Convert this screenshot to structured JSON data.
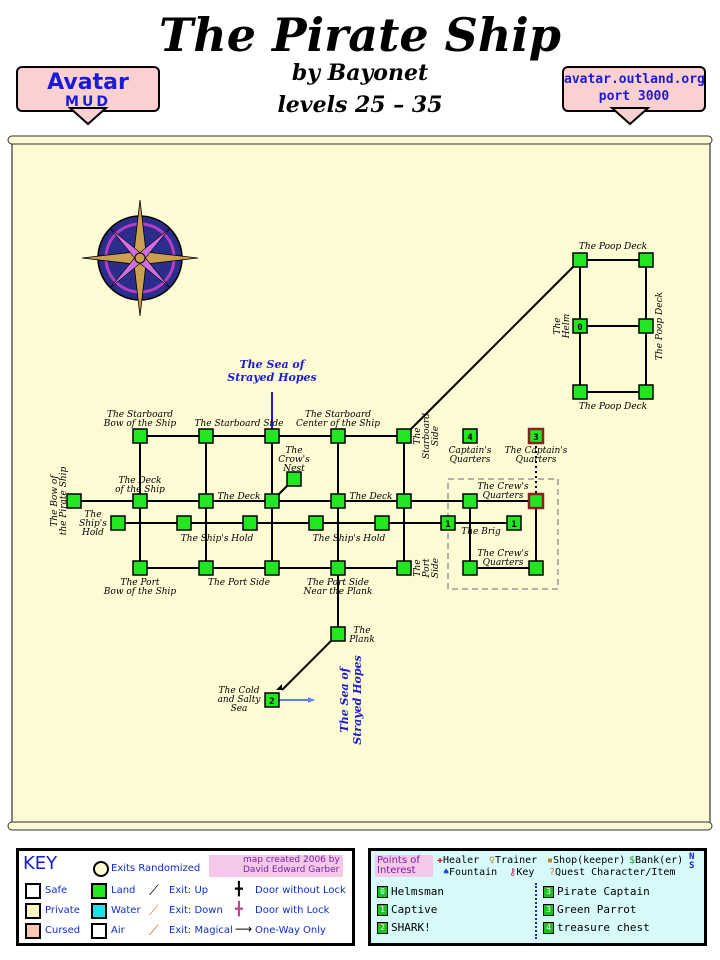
{
  "title": "The Pirate Ship",
  "byline": "by Bayonet",
  "levels": "levels 25 – 35",
  "banner_left": {
    "line1": "Avatar",
    "line2": "MUD"
  },
  "banner_right": {
    "line1": "avatar.outland.org",
    "line2": "port 3000"
  },
  "map_labels": {
    "sea_top": [
      "The Sea of",
      "Strayed Hopes"
    ],
    "sea_bottom": [
      "The Sea of",
      "Strayed Hopes"
    ],
    "starboard_bow": [
      "The Starboard",
      "Bow of the Ship"
    ],
    "starboard_side": "The Starboard Side",
    "starboard_center": [
      "The Starboard",
      "Center of the Ship"
    ],
    "starboard_side_vert": [
      "The",
      "Starboard",
      "Side"
    ],
    "crows_nest": [
      "The",
      "Crow's",
      "Nest"
    ],
    "deck_of_ship": [
      "The Deck",
      "of the Ship"
    ],
    "the_deck_1": "The Deck",
    "the_deck_2": "The Deck",
    "bow_of_ship": [
      "The Bow of",
      "the Pirate Ship"
    ],
    "ships_hold_left": [
      "The",
      "Ship's",
      "Hold"
    ],
    "ships_hold_1": "The Ship's Hold",
    "ships_hold_2": "The Ship's Hold",
    "port_bow": [
      "The Port",
      "Bow of the Ship"
    ],
    "port_side": "The Port Side",
    "port_side_plank": [
      "The Port Side",
      "Near the Plank"
    ],
    "port_side_vert": [
      "The",
      "Port",
      "Side"
    ],
    "plank": [
      "The",
      "Plank"
    ],
    "cold_sea": [
      "The Cold",
      "and Salty",
      "Sea"
    ],
    "poop_deck_top": "The Poop Deck",
    "poop_deck_bottom": "The Poop Deck",
    "poop_deck_vert": "The Poop Deck",
    "helm": [
      "The",
      "Helm"
    ],
    "captains_quarters_4": [
      "Captain's",
      "Quarters"
    ],
    "captains_quarters_3": [
      "The Captain's",
      "Quarters"
    ],
    "crews_quarters_top": [
      "The Crew's",
      "Quarters"
    ],
    "crews_quarters_bottom": [
      "The Crew's",
      "Quarters"
    ],
    "brig": "The Brig",
    "room_numbers": {
      "helm": "0",
      "captive": "1",
      "captive2": "1",
      "shark": "2",
      "captain": "3",
      "chest": "4"
    }
  },
  "key": {
    "title": "KEY",
    "exits_randomized": "Exits Randomized",
    "credit_line1": "map created 2006 by",
    "credit_line2": "David Edward Garber",
    "rows": [
      {
        "swatch": "Safe",
        "terrain": "Land",
        "exit": "Exit: Up",
        "door": "Door without Lock"
      },
      {
        "swatch": "Private",
        "terrain": "Water",
        "exit": "Exit: Down",
        "door": "Door with Lock"
      },
      {
        "swatch": "Cursed",
        "terrain": "Air",
        "exit": "Exit: Magical",
        "door": "One-Way Only"
      }
    ],
    "colors": {
      "safe": "#ffffff",
      "private": "#fff5c0",
      "cursed": "#f8c8b0",
      "land": "#22e622",
      "water": "#20e0e8",
      "air": "#ffffff"
    }
  },
  "poi": {
    "title": [
      "Points of",
      "Interest"
    ],
    "legend": [
      "Healer",
      "Trainer",
      "Shop(keeper)",
      "Bank(er)",
      "Fountain",
      "Key",
      "Quest Character/Item"
    ],
    "items": [
      {
        "num": "0",
        "label": "Helmsman"
      },
      {
        "num": "1",
        "label": "Captive"
      },
      {
        "num": "2",
        "label": "SHARK!"
      },
      {
        "num": "3",
        "label": "Pirate Captain"
      },
      {
        "num": "3",
        "label": "Green Parrot"
      },
      {
        "num": "4",
        "label": "treasure chest"
      }
    ],
    "nav": "N\nS"
  }
}
